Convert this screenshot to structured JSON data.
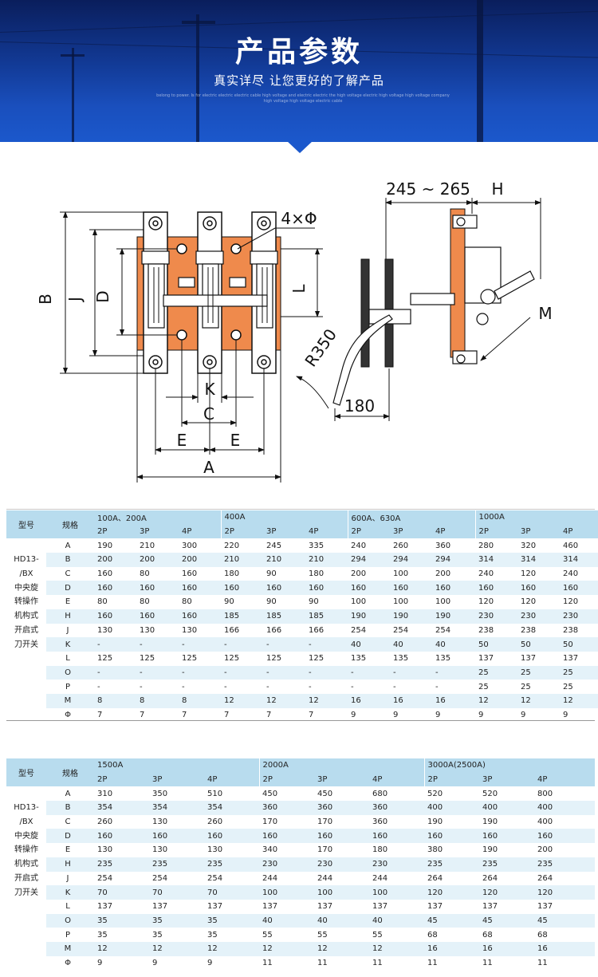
{
  "banner": {
    "title": "产品参数",
    "subtitle": "真实详尽  让您更好的了解产品",
    "fine_print": "belong to power. Is for electric electric electric cable high voltage and electric electric the high voltage electric high voltage high voltage company high voltage high voltage electric cable"
  },
  "drawing": {
    "labels": {
      "B": "B",
      "J": "J",
      "D": "D",
      "L": "L",
      "K": "K",
      "C": "C",
      "E1": "E",
      "E2": "E",
      "A": "A",
      "phi": "4×Φ",
      "range": "245 ~ 265",
      "H": "H",
      "M": "M",
      "R": "R350",
      "w180": "180"
    }
  },
  "table1": {
    "model_header": "型号",
    "spec_header": "规格",
    "capacities": [
      "100A、200A",
      "400A",
      "600A、630A",
      "1000A"
    ],
    "poles": [
      "2P",
      "3P",
      "4P"
    ],
    "model_lines": [
      "HD13-",
      "/BX",
      "中央旋",
      "转操作",
      "机构式",
      "开启式",
      "刀开关"
    ],
    "rows": [
      {
        "k": "A",
        "v": [
          "190",
          "210",
          "300",
          "220",
          "245",
          "335",
          "240",
          "260",
          "360",
          "280",
          "320",
          "460"
        ]
      },
      {
        "k": "B",
        "v": [
          "200",
          "200",
          "200",
          "210",
          "210",
          "210",
          "294",
          "294",
          "294",
          "314",
          "314",
          "314"
        ]
      },
      {
        "k": "C",
        "v": [
          "160",
          "80",
          "160",
          "180",
          "90",
          "180",
          "200",
          "100",
          "200",
          "240",
          "120",
          "240"
        ]
      },
      {
        "k": "D",
        "v": [
          "160",
          "160",
          "160",
          "160",
          "160",
          "160",
          "160",
          "160",
          "160",
          "160",
          "160",
          "160"
        ]
      },
      {
        "k": "E",
        "v": [
          "80",
          "80",
          "80",
          "90",
          "90",
          "90",
          "100",
          "100",
          "100",
          "120",
          "120",
          "120"
        ]
      },
      {
        "k": "H",
        "v": [
          "160",
          "160",
          "160",
          "185",
          "185",
          "185",
          "190",
          "190",
          "190",
          "230",
          "230",
          "230"
        ]
      },
      {
        "k": "J",
        "v": [
          "130",
          "130",
          "130",
          "166",
          "166",
          "166",
          "254",
          "254",
          "254",
          "238",
          "238",
          "238"
        ]
      },
      {
        "k": "K",
        "v": [
          "-",
          "-",
          "-",
          "-",
          "-",
          "-",
          "40",
          "40",
          "40",
          "50",
          "50",
          "50"
        ]
      },
      {
        "k": "L",
        "v": [
          "125",
          "125",
          "125",
          "125",
          "125",
          "125",
          "135",
          "135",
          "135",
          "137",
          "137",
          "137"
        ]
      },
      {
        "k": "O",
        "v": [
          "-",
          "-",
          "-",
          "-",
          "-",
          "-",
          "-",
          "-",
          "-",
          "25",
          "25",
          "25"
        ]
      },
      {
        "k": "P",
        "v": [
          "-",
          "-",
          "-",
          "-",
          "-",
          "-",
          "-",
          "-",
          "-",
          "25",
          "25",
          "25"
        ]
      },
      {
        "k": "M",
        "v": [
          "8",
          "8",
          "8",
          "12",
          "12",
          "12",
          "16",
          "16",
          "16",
          "12",
          "12",
          "12"
        ]
      },
      {
        "k": "Φ",
        "v": [
          "7",
          "7",
          "7",
          "7",
          "7",
          "7",
          "9",
          "9",
          "9",
          "9",
          "9",
          "9"
        ]
      }
    ]
  },
  "table2": {
    "model_header": "型号",
    "spec_header": "规格",
    "capacities": [
      "1500A",
      "2000A",
      "3000A(2500A)"
    ],
    "poles": [
      "2P",
      "3P",
      "4P"
    ],
    "model_lines": [
      "HD13-",
      "/BX",
      "中央旋",
      "转操作",
      "机构式",
      "开启式",
      "刀开关"
    ],
    "rows": [
      {
        "k": "A",
        "v": [
          "310",
          "350",
          "510",
          "450",
          "450",
          "680",
          "520",
          "520",
          "800"
        ]
      },
      {
        "k": "B",
        "v": [
          "354",
          "354",
          "354",
          "360",
          "360",
          "360",
          "400",
          "400",
          "400"
        ]
      },
      {
        "k": "C",
        "v": [
          "260",
          "130",
          "260",
          "170",
          "170",
          "360",
          "190",
          "190",
          "400"
        ]
      },
      {
        "k": "D",
        "v": [
          "160",
          "160",
          "160",
          "160",
          "160",
          "160",
          "160",
          "160",
          "160"
        ]
      },
      {
        "k": "E",
        "v": [
          "130",
          "130",
          "130",
          "340",
          "170",
          "180",
          "380",
          "190",
          "200"
        ]
      },
      {
        "k": "H",
        "v": [
          "235",
          "235",
          "235",
          "230",
          "230",
          "230",
          "235",
          "235",
          "235"
        ]
      },
      {
        "k": "J",
        "v": [
          "254",
          "254",
          "254",
          "244",
          "244",
          "244",
          "264",
          "264",
          "264"
        ]
      },
      {
        "k": "K",
        "v": [
          "70",
          "70",
          "70",
          "100",
          "100",
          "100",
          "120",
          "120",
          "120"
        ]
      },
      {
        "k": "L",
        "v": [
          "137",
          "137",
          "137",
          "137",
          "137",
          "137",
          "137",
          "137",
          "137"
        ]
      },
      {
        "k": "O",
        "v": [
          "35",
          "35",
          "35",
          "40",
          "40",
          "40",
          "45",
          "45",
          "45"
        ]
      },
      {
        "k": "P",
        "v": [
          "35",
          "35",
          "35",
          "55",
          "55",
          "55",
          "68",
          "68",
          "68"
        ]
      },
      {
        "k": "M",
        "v": [
          "12",
          "12",
          "12",
          "12",
          "12",
          "12",
          "16",
          "16",
          "16"
        ]
      },
      {
        "k": "Φ",
        "v": [
          "9",
          "9",
          "9",
          "11",
          "11",
          "11",
          "11",
          "11",
          "11"
        ]
      }
    ]
  }
}
